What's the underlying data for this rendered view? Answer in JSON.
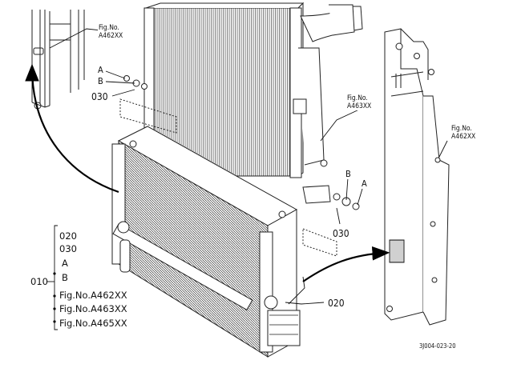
{
  "callouts": {
    "fig_a462_top": [
      "Fig.No.",
      "A462XX"
    ],
    "fig_a463": [
      "Fig.No.",
      "A463XX"
    ],
    "fig_a462_right": [
      "Fig.No.",
      "A462XX"
    ],
    "top_a": "A",
    "top_b": "B",
    "top_030": "030",
    "mid_b": "B",
    "mid_a": "A",
    "mid_030": "030",
    "bottom_020": "020"
  },
  "legend": {
    "assembly": "010",
    "items": [
      "020",
      "030",
      "A",
      "B",
      "Fig.No.A462XX",
      "Fig.No.A463XX",
      "Fig.No.A465XX"
    ]
  },
  "drawing_code": "3J004-023-20"
}
